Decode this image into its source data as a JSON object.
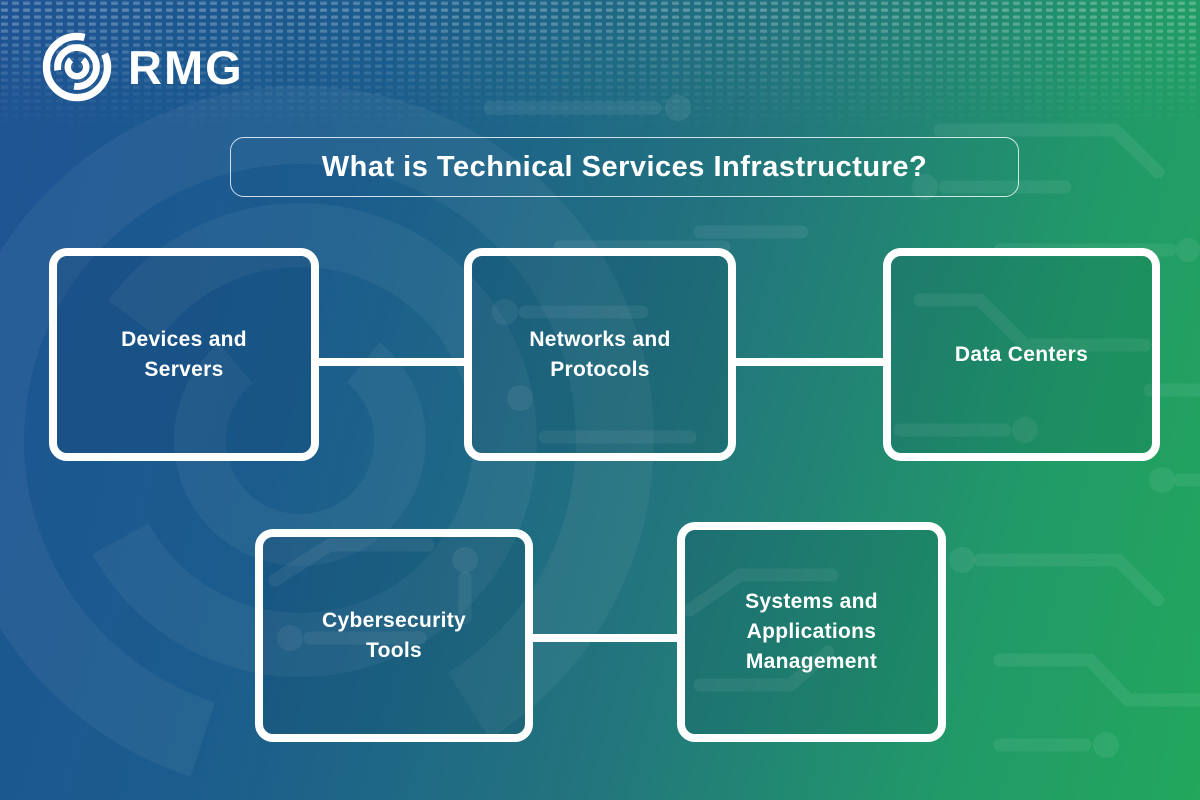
{
  "brand": {
    "name": "RMG",
    "logo_icon": "concentric-arcs-spiral"
  },
  "title": "What is Technical Services Infrastructure?",
  "colors": {
    "bg_gradient_start": "#1e5493",
    "bg_gradient_mid": "#22737e",
    "bg_gradient_end": "#22a75c",
    "box_border": "#ffffff",
    "connector": "#ffffff",
    "text": "#ffffff"
  },
  "diagram": {
    "boxes": [
      {
        "id": "devices-servers",
        "label": "Devices and\nServers"
      },
      {
        "id": "networks-protocols",
        "label": "Networks and\nProtocols"
      },
      {
        "id": "data-centers",
        "label": "Data Centers"
      },
      {
        "id": "cybersecurity-tools",
        "label": "Cybersecurity\nTools"
      },
      {
        "id": "systems-applications-management",
        "label": "Systems and\nApplications\nManagement"
      }
    ],
    "connections": [
      [
        "devices-servers",
        "networks-protocols"
      ],
      [
        "networks-protocols",
        "data-centers"
      ],
      [
        "cybersecurity-tools",
        "systems-applications-management"
      ]
    ],
    "decorations": [
      "dash-matrix-pattern",
      "circuit-trace-pattern",
      "watermark-logo"
    ]
  }
}
